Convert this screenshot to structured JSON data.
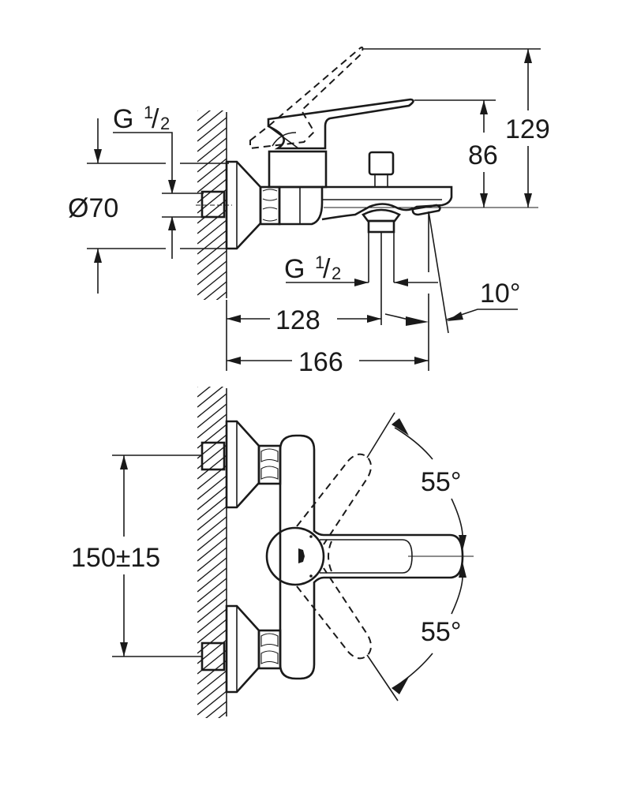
{
  "drawing": {
    "title": "Bath mixer dimensional drawing",
    "side_view": {
      "thread_inlet": {
        "prefix": "G",
        "num": "1",
        "den": "2"
      },
      "diameter": "Ø70",
      "height_total": "129",
      "height_lever": "86",
      "thread_outlet": {
        "prefix": "G",
        "num": "1",
        "den": "2"
      },
      "angle_spout": "10°",
      "depth_outlet": "128",
      "depth_total": "166"
    },
    "top_view": {
      "inlet_spacing": "150±15",
      "lever_angle_up": "55°",
      "lever_angle_down": "55°"
    }
  },
  "colors": {
    "line": "#1a1a1a",
    "background": "#ffffff"
  }
}
